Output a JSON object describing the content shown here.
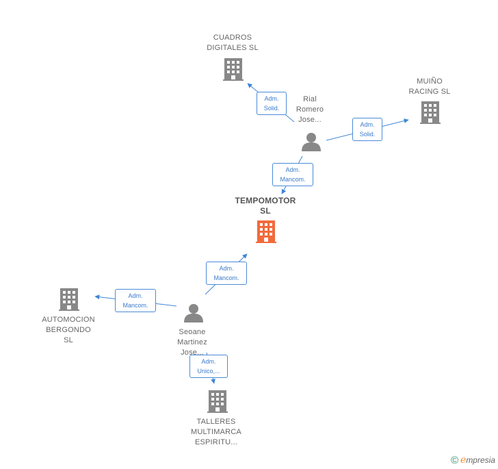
{
  "colors": {
    "company": "#888888",
    "center_company": "#f26a3c",
    "person": "#888888",
    "edge": "#3f85d6"
  },
  "nodes": {
    "cuadros": {
      "label": "CUADROS\nDIGITALES  SL",
      "icon": "building-icon"
    },
    "muino": {
      "label": "MUIÑO\nRACING SL",
      "icon": "building-icon"
    },
    "tempomotor": {
      "label": "TEMPOMOTOR\nSL",
      "icon": "building-icon"
    },
    "automocion": {
      "label": "AUTOMOCION\nBERGONDO\nSL",
      "icon": "building-icon"
    },
    "talleres": {
      "label": "TALLERES\nMULTIMARCA\nESPIRITU...",
      "icon": "building-icon"
    },
    "rial": {
      "label": "Rial\nRomero\nJose...",
      "icon": "person-icon"
    },
    "seoane": {
      "label": "Seoane\nMartinez\nJose...",
      "icon": "person-icon"
    }
  },
  "edges": {
    "rial_cuadros": "Adm.\nSolid.",
    "rial_muino": "Adm.\nSolid.",
    "rial_tempomotor": "Adm.\nMancom.",
    "seoane_tempomotor": "Adm.\nMancom.",
    "seoane_automocion": "Adm.\nMancom.",
    "seoane_talleres": "Adm.\nUnico,..."
  },
  "brand": {
    "copyright": "©",
    "name_initial": "e",
    "name_rest": "mpresia"
  }
}
